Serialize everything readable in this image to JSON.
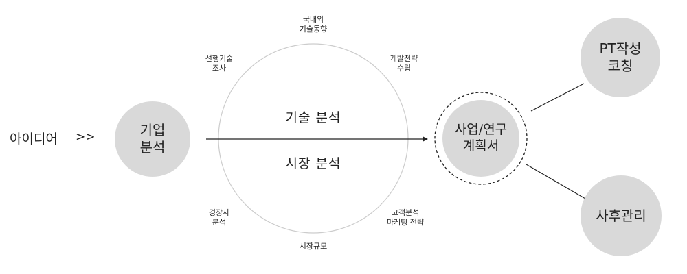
{
  "idea": {
    "label": "아이디어",
    "arrows": ">>"
  },
  "company_analysis": {
    "line1": "기업",
    "line2": "분석"
  },
  "analysis_ring": {
    "top": {
      "line1": "국내외",
      "line2": "기술동향"
    },
    "top_left": {
      "line1": "선행기술",
      "line2": "조사"
    },
    "top_right": {
      "line1": "개발전략",
      "line2": "수립"
    },
    "bottom_left": {
      "line1": "경장사",
      "line2": "분석"
    },
    "bottom_right": {
      "line1": "고객분석",
      "line2": "마케팅 전략"
    },
    "bottom": {
      "label": "시장규모"
    },
    "tech_analysis": "기술 분석",
    "market_analysis": "시장 분석"
  },
  "business_plan": {
    "line1": "사업/연구",
    "line2": "계획서"
  },
  "pt_coaching": {
    "line1": "PT작성",
    "line2": "코칭"
  },
  "aftercare": {
    "label": "사후관리"
  },
  "colors": {
    "circle_fill": "#d9d9d9",
    "ring_stroke": "#cccccc",
    "line": "#222222"
  }
}
